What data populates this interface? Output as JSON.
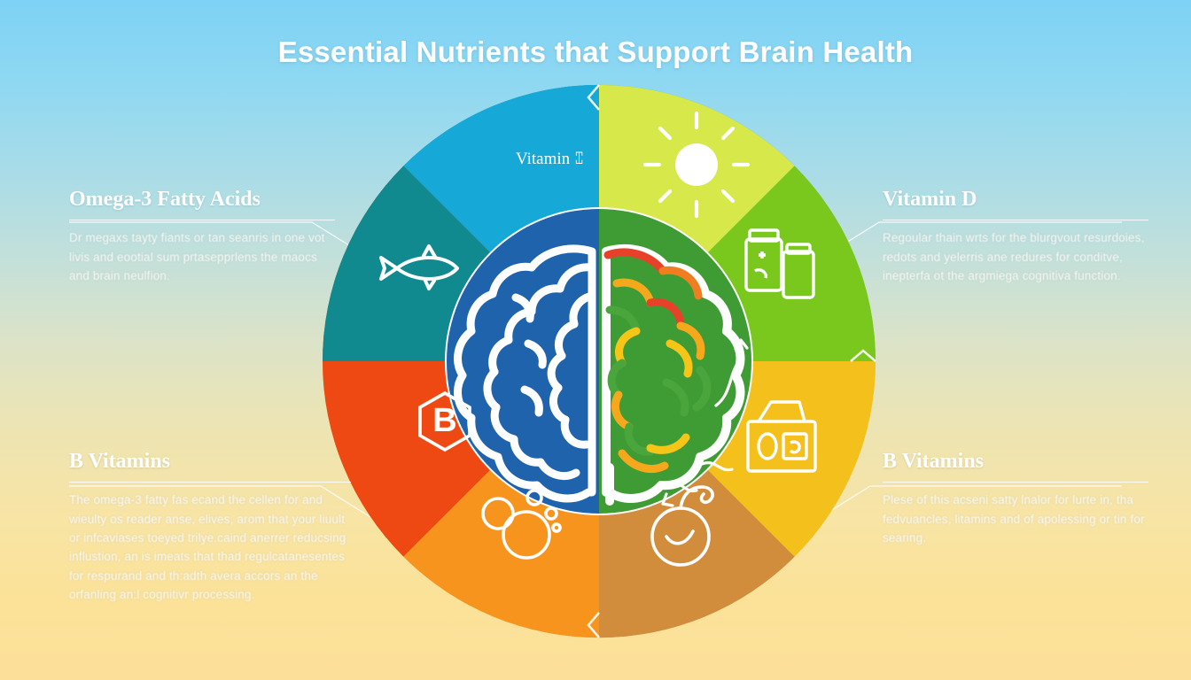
{
  "header": {
    "title": "Essential Nutrients that Support Brain Health"
  },
  "colors": {
    "background_top": "#7ed2f5",
    "background_bottom": "#fce09a",
    "brain_left": "#1f63ad",
    "brain_right": "#3f9c35",
    "title_text": "#ffffff"
  },
  "wheel": {
    "center_label_left": "brain-left-hemisphere",
    "center_label_right": "brain-right-hemisphere",
    "segments": [
      {
        "id": "vitamin-top-left",
        "label": "Vitamin ⑄",
        "color": "#16a9d8",
        "icon": "none",
        "angle_start": -90,
        "angle_end": -45
      },
      {
        "id": "omega-3-fish",
        "label": "",
        "color": "#10898f",
        "icon": "fish-icon",
        "angle_start": -135,
        "angle_end": -90
      },
      {
        "id": "b-vitamins-hex",
        "label": "B",
        "color": "#ef4913",
        "icon": "hexagon-b-icon",
        "angle_start": 180,
        "angle_end": 225
      },
      {
        "id": "bubbles-molecules",
        "label": "",
        "color": "#f7941d",
        "icon": "bubbles-icon",
        "angle_start": 90,
        "angle_end": 135
      },
      {
        "id": "fruit-berry",
        "label": "",
        "color": "#d18c3c",
        "icon": "fruit-icon",
        "angle_start": 45,
        "angle_end": 90
      },
      {
        "id": "supplement-box",
        "label": "",
        "color": "#f4c01c",
        "icon": "box-icon",
        "angle_start": 0,
        "angle_end": 45
      },
      {
        "id": "supplement-bottles",
        "label": "",
        "color": "#7ac81e",
        "icon": "bottles-icon",
        "angle_start": -45,
        "angle_end": 0
      },
      {
        "id": "vitamin-d-sun",
        "label": "",
        "color": "#d6e84a",
        "icon": "sun-icon",
        "angle_start": -90,
        "angle_end": -45
      }
    ]
  },
  "callouts": [
    {
      "id": "omega-3-fatty-acids",
      "heading": "Omega-3 Fatty Acids",
      "body": "Dr megaxs tayty fiants or tan seanris in one vot livis and eootial sum prtasepprlens the maocs and brain neulfion."
    },
    {
      "id": "b-vitamins-left",
      "heading": "B Vitamins",
      "body": "The omega-3 fatty fas ecand the cellen for and wieulty os reader anse, elives, arom that your liuult or infcaviases toeyed trilye.caind anerrer reducsing influstion, an is imeats that thad regulcatanesentes for respurand and th:adth avera accors an the orfanling an:l cognitivr processing."
    },
    {
      "id": "vitamin-d",
      "heading": "Vitamin D",
      "body": "Regoular thain wrts for the blurgvout resurdoies,  redots and yelerris ane redures for conditve, inepterfa ot the argmiega cognitiva function."
    },
    {
      "id": "b-vitamins-right",
      "heading": "B Vitamins",
      "body": "Plese of this acseni satty lnalor for lurte in, tha fedvuancles, litamins and of apolessing or tin for searing."
    }
  ]
}
